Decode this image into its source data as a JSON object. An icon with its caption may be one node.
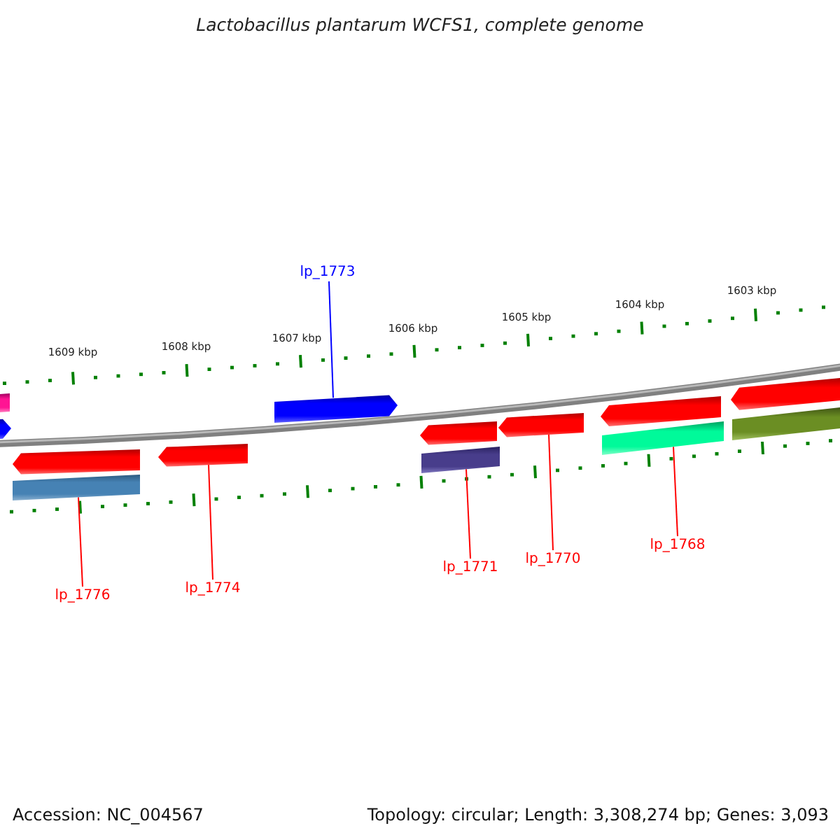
{
  "diagram": {
    "title": "Lactobacillus plantarum WCFS1, complete genome",
    "nodes": [
      {
        "text": [
          "lp_1773"
        ]
      },
      {
        "text": [],
        "shape": "bar"
      },
      {
        "text": [],
        "shape": "arrow"
      },
      {
        "text": [],
        "shape": "arrow"
      },
      {
        "text": [],
        "shape": "arrow"
      },
      {
        "text": [],
        "shape": "arrow"
      },
      {
        "text": [],
        "shape": "arrow"
      },
      {
        "text": [],
        "shape": "arrow"
      },
      {
        "text": [],
        "shape": "arrow"
      },
      {
        "text": [],
        "shape": "arrow"
      },
      {
        "text": [],
        "shape": "bar"
      },
      {
        "text": [],
        "shape": "bar"
      },
      {
        "text": [],
        "shape": "bar"
      },
      {
        "text": [],
        "shape": "bar"
      },
      {
        "text": [
          "lp_1776"
        ]
      },
      {
        "text": [
          "lp_1774"
        ]
      },
      {
        "text": [
          "lp_1771"
        ]
      },
      {
        "text": [
          "lp_1770"
        ]
      },
      {
        "text": [
          "lp_1768"
        ]
      }
    ],
    "edges": [
      {
        "from": 0,
        "to": 3,
        "arrow": "none",
        "color": "#0000ff"
      },
      {
        "from": 14,
        "to": 10,
        "arrow": "none"
      },
      {
        "from": 15,
        "to": 5,
        "arrow": "none"
      },
      {
        "from": 16,
        "to": 11,
        "arrow": "none"
      },
      {
        "from": 17,
        "to": 7,
        "arrow": "none"
      },
      {
        "from": 18,
        "to": 12,
        "arrow": "none"
      }
    ],
    "labels": [
      "1603 kbp",
      "1604 kbp",
      "1605 kbp",
      "1606 kbp",
      "1607 kbp",
      "1608 kbp",
      "1609 kbp",
      "Accession: NC_004567",
      "Topology: circular; Length: 3,308,274 bp; Genes: 3,093"
    ]
  }
}
